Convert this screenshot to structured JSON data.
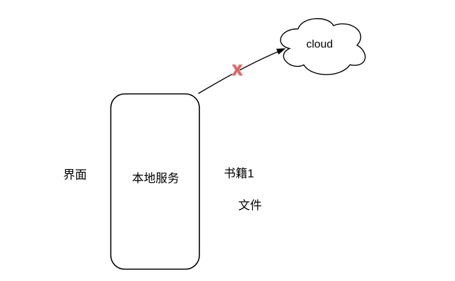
{
  "diagram": {
    "background": "#ffffff",
    "stroke_color": "#000000",
    "text_color": "#000000",
    "cloud_node": {
      "label": "cloud"
    },
    "service_node": {
      "label": "本地服务"
    },
    "floating_labels": {
      "interface": "界面",
      "book1": "书籍1",
      "file": "文件"
    },
    "connection": {
      "broken_marker": "X",
      "marker_color": "#d25f5f",
      "marker_outline": "#f1a9a9"
    }
  }
}
